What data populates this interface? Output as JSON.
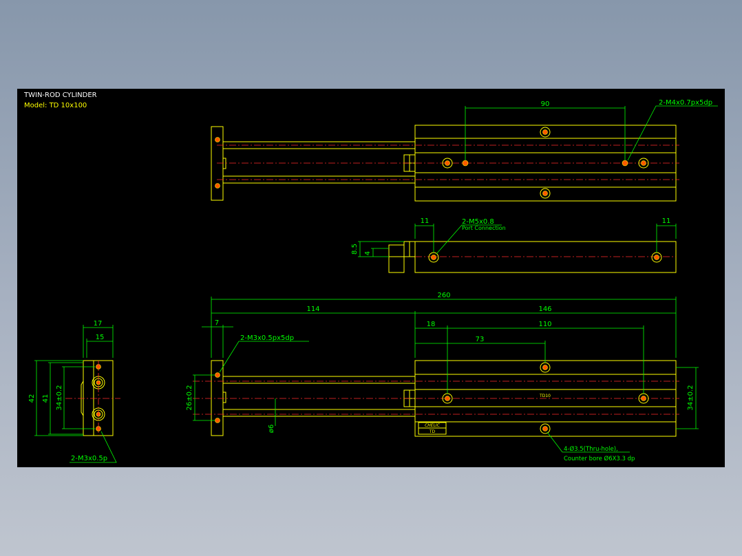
{
  "title_block": {
    "title": "TWIN-ROD CYLINDER",
    "model": "Model: TD 10x100"
  },
  "colors": {
    "background": "#000000",
    "part_outline": "#ffff00",
    "dimension": "#00ff00",
    "centerline": "#ff2a2a",
    "hole_fill": "#ff5a00",
    "title_text": "#ffffff",
    "model_text": "#ffff00"
  },
  "top_view": {
    "dim_hole_pitch": "90",
    "note_holes": "2-M4x0.7px5dp"
  },
  "side_view": {
    "dim_left_offset": "11",
    "dim_right_offset": "11",
    "note_port": "2-M5x0.8",
    "note_port_sub": "Port Connection",
    "dim_height": "8.5",
    "dim_inner": "4"
  },
  "front_view": {
    "dim_overall": "260",
    "dim_rod_side": "114",
    "dim_body": "146",
    "dim_plate": "7",
    "dim_first_hole": "18",
    "dim_hole_span": "110",
    "dim_center_hole": "73",
    "note_plate_holes": "2-M3x0.5px5dp",
    "dim_rod_pitch": "26±0.2",
    "dim_body_pitch": "34±0.2",
    "dim_rod_dia": "ø6",
    "body_mark": "TD10",
    "label_plate_top": "CHELIC",
    "label_plate_bottom": "TD",
    "note_mount_holes": "4-Ø3.5(Thru-hole),",
    "note_counter_bore": "Counter bore Ø6X3.3 dp"
  },
  "end_view": {
    "dim_width_outer": "17",
    "dim_width_inner": "15",
    "dim_height_outer": "42",
    "dim_height_inner": "41",
    "dim_hole_pitch": "34±0.2",
    "note_holes": "2-M3x0.5p"
  }
}
